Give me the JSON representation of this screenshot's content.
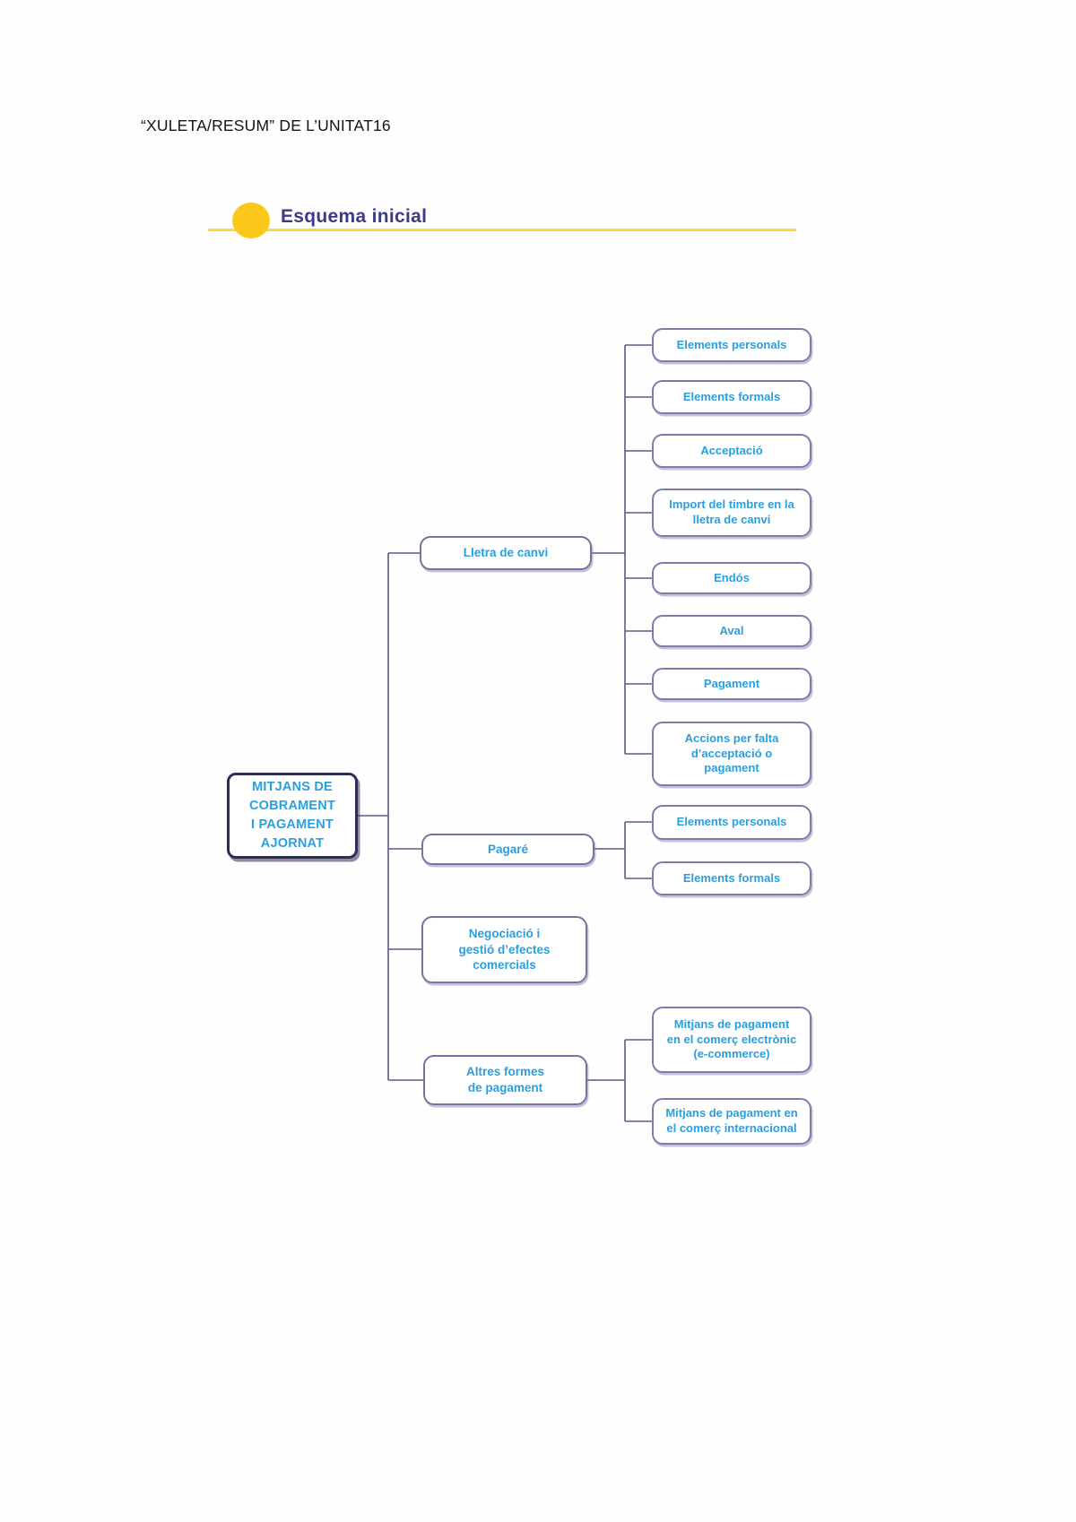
{
  "page": {
    "header": "“XULETA/RESUM” DE L’UNITAT16"
  },
  "section": {
    "title": "Esquema inicial",
    "bullet_icon": "yellow-circle",
    "accent_color": "#fbc71b",
    "rule_color": "#f8d93e",
    "title_color": "#3b3b8a"
  },
  "diagram": {
    "type": "tree",
    "text_color": "#2a9fde",
    "box_border_color": "#7d7dab",
    "root_border_color": "#2e2e55",
    "connector_color": "#5a5a85",
    "root": {
      "label": "MITJANS DE\nCOBRAMENT\nI PAGAMENT\nAJORNAT"
    },
    "branches": [
      {
        "label": "Lletra de canvi",
        "children": [
          "Elements personals",
          "Elements formals",
          "Acceptació",
          "Import del timbre en la\nlletra de canvi",
          "Endós",
          "Aval",
          "Pagament",
          "Accions per falta\nd’acceptació o\npagament"
        ]
      },
      {
        "label": "Pagaré",
        "children": [
          "Elements personals",
          "Elements formals"
        ]
      },
      {
        "label": "Negociació i\ngestió d’efectes\ncomercials",
        "children": []
      },
      {
        "label": "Altres formes\nde pagament",
        "children": [
          "Mitjans de pagament\nen el comerç electrònic\n(e-commerce)",
          "Mitjans de pagament en\nel comerç internacional"
        ]
      }
    ]
  }
}
